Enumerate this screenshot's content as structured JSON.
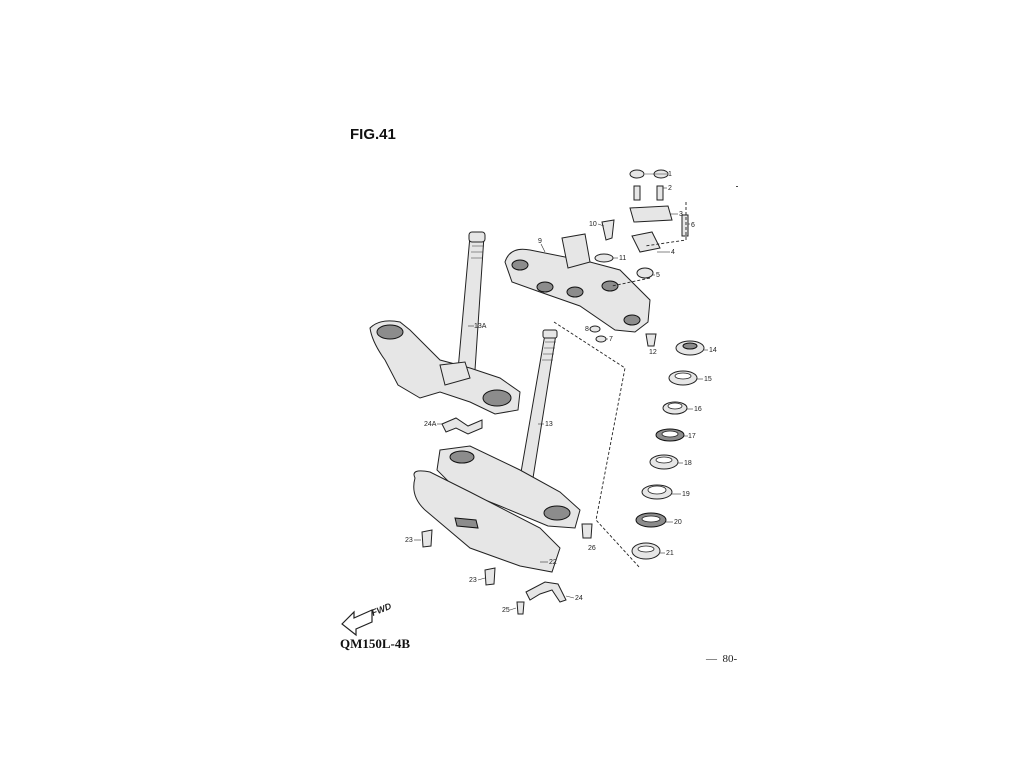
{
  "figure": {
    "title": "FIG.41",
    "model": "QM150L-4B",
    "page_number": "80",
    "page_prefix": "—  ",
    "page_suffix": "-",
    "direction_label": "FWD"
  },
  "callouts": {
    "p1": "1",
    "p2": "2",
    "p3": "3",
    "p4": "4",
    "p5": "5",
    "p6": "6",
    "p7": "7",
    "p8": "8",
    "p9": "9",
    "p10": "10",
    "p11": "11",
    "p12": "12",
    "p13": "13",
    "p13a": "13A",
    "p14": "14",
    "p15": "15",
    "p16": "16",
    "p17": "17",
    "p18": "18",
    "p19": "19",
    "p20": "20",
    "p21": "21",
    "p22": "22",
    "p23a": "23",
    "p23b": "23",
    "p24": "24",
    "p24a": "24A",
    "p25": "25",
    "p26": "26"
  }
}
